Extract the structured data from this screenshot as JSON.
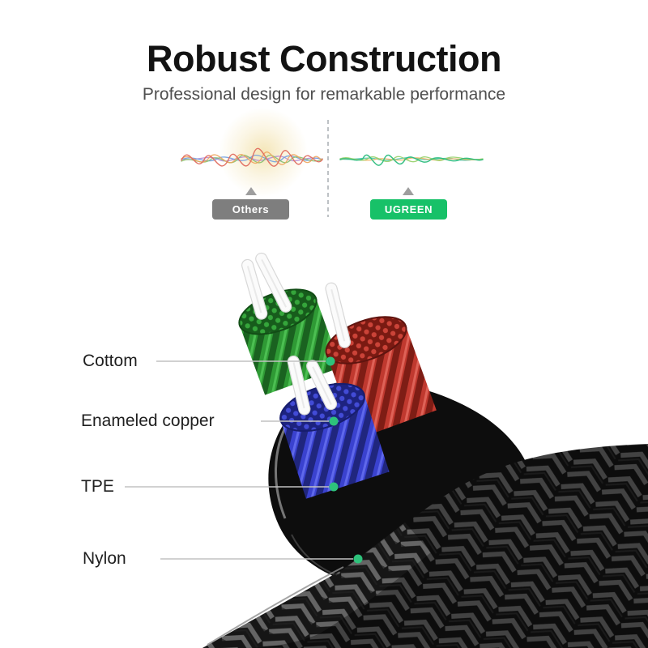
{
  "header": {
    "title": "Robust Construction",
    "subtitle": "Professional design for remarkable performance"
  },
  "comparison": {
    "others_label": "Others",
    "ugreen_label": "UGREEN",
    "others_badge_color": "#7e7e7e",
    "ugreen_badge_color": "#17c168"
  },
  "parts": [
    {
      "name": "Cottom"
    },
    {
      "name": "Enameled copper"
    },
    {
      "name": "TPE"
    },
    {
      "name": "Nylon"
    }
  ],
  "illustration": {
    "wire_bundle_colors": {
      "green": "#2f9a35",
      "red": "#c23b33",
      "blue": "#3a42cf"
    },
    "cotton_core_color": "#ffffff",
    "tpe_color": "#0d0d0d",
    "callout_dot_color": "#2ec27b",
    "callout_line_color": "#c2c2c2"
  }
}
